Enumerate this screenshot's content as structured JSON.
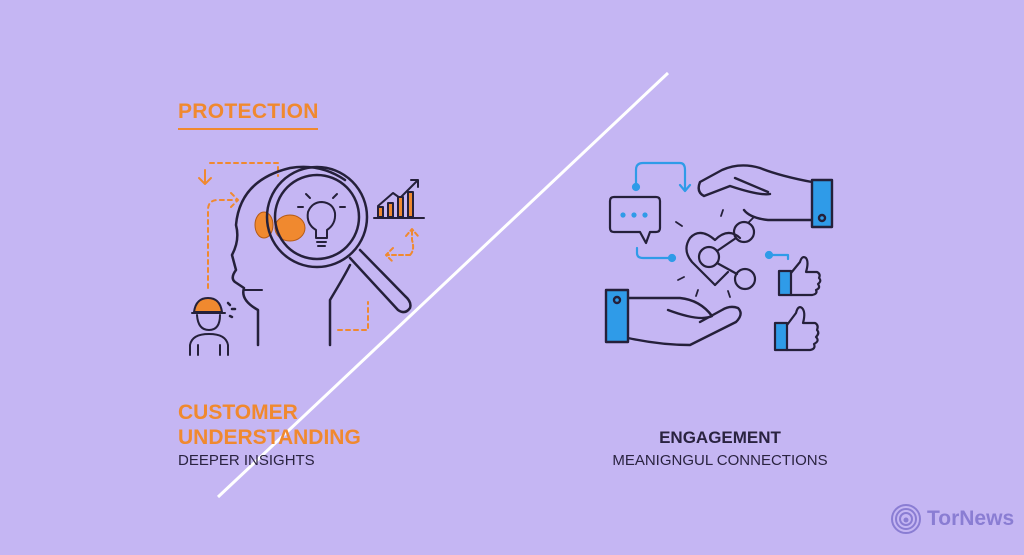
{
  "left_panel": {
    "title": "PROTECTION",
    "heading_line1": "CUSTOMER",
    "heading_line2": "UNDERSTANDING",
    "subtitle": "DEEPER INSIGHTS"
  },
  "right_panel": {
    "heading": "ENGAGEMENT",
    "subtitle": "MEANIGNGUL CONNECTIONS"
  },
  "watermark": {
    "text": "TorNews"
  },
  "colors": {
    "background": "#c5b6f3",
    "accent_orange": "#f0892f",
    "accent_blue": "#2f9be8",
    "line": "#25203a",
    "divider": "#ffffff"
  }
}
